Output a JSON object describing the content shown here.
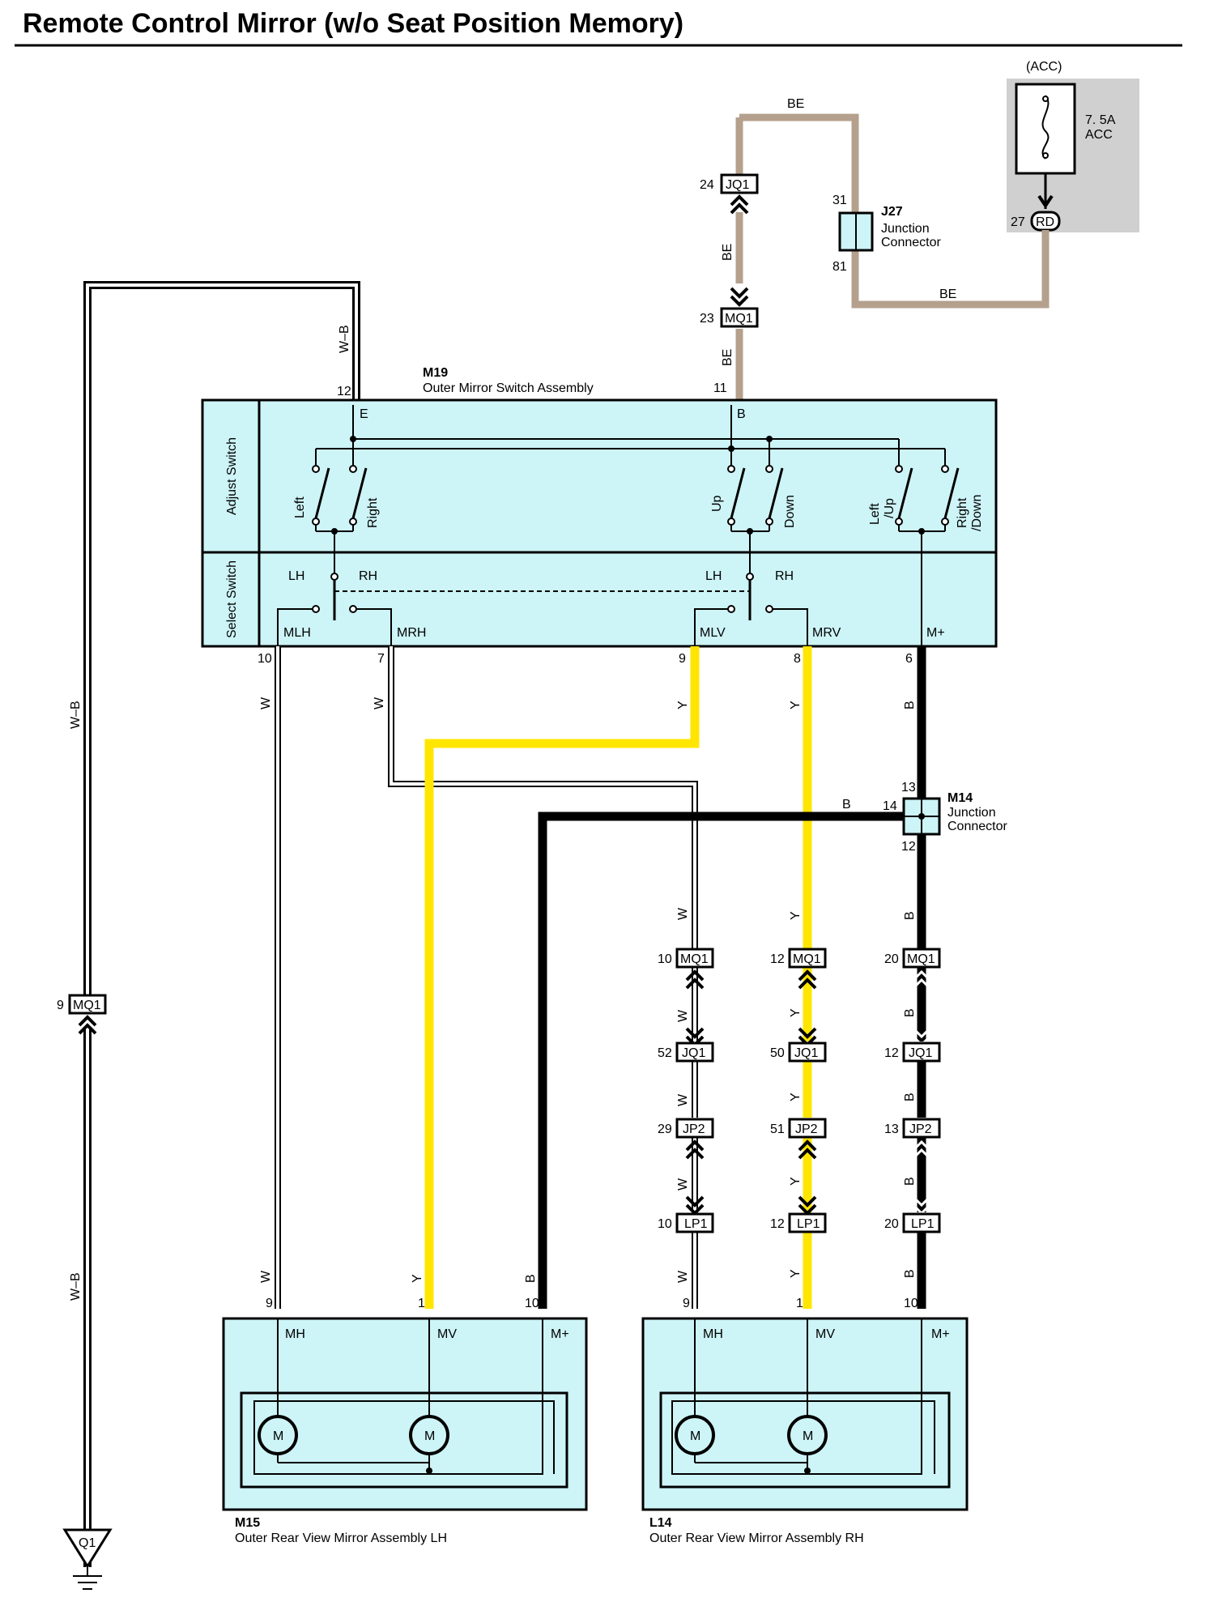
{
  "title": "Remote Control Mirror (w/o Seat Position Memory)",
  "colors": {
    "box": "#cdf4f7",
    "wire_BE": "#b4a08c",
    "wire_Y": "#ffe600",
    "wire_B": "#000000",
    "wire_W": "#ffffff",
    "fuse_area": "#d0d0d0"
  },
  "fuse": {
    "acc": "(ACC)",
    "rating": "7. 5A",
    "name": "ACC",
    "pin": "27",
    "conn": "RD"
  },
  "j27": {
    "code": "J27",
    "desc1": "Junction",
    "desc2": "Connector",
    "pin_top": "31",
    "pin_bottom": "81"
  },
  "m14": {
    "code": "M14",
    "desc1": "Junction",
    "desc2": "Connector",
    "pin_top": "13",
    "pin_left": "14",
    "pin_bottom": "12"
  },
  "m19": {
    "code": "M19",
    "name": "Outer Mirror Switch Assembly",
    "pin_e": "12",
    "pin_b": "11",
    "term_e": "E",
    "term_b": "B",
    "adjust_switch": "Adjust Switch",
    "select_switch": "Select Switch",
    "sw_left": "Left",
    "sw_right": "Right",
    "sw_up": "Up",
    "sw_down": "Down",
    "sw_leftup_1": "Left",
    "sw_leftup_2": "/Up",
    "sw_rightdown_1": "Right",
    "sw_rightdown_2": "/Down",
    "lh": "LH",
    "rh": "RH",
    "terms": [
      "MLH",
      "MRH",
      "MLV",
      "MRV",
      "M+"
    ],
    "pins": [
      "10",
      "7",
      "9",
      "8",
      "6"
    ]
  },
  "wires": {
    "be": "BE",
    "wb": "W–B",
    "w": "W",
    "y": "Y",
    "b": "B"
  },
  "connectors": {
    "jq1_top": {
      "pin": "24",
      "name": "JQ1"
    },
    "mq1_top": {
      "pin": "23",
      "name": "MQ1"
    },
    "mq1_left": {
      "pin": "9",
      "name": "MQ1"
    },
    "col_w": [
      {
        "pin": "10",
        "name": "MQ1"
      },
      {
        "pin": "52",
        "name": "JQ1"
      },
      {
        "pin": "29",
        "name": "JP2"
      },
      {
        "pin": "10",
        "name": "LP1"
      }
    ],
    "col_y": [
      {
        "pin": "12",
        "name": "MQ1"
      },
      {
        "pin": "50",
        "name": "JQ1"
      },
      {
        "pin": "51",
        "name": "JP2"
      },
      {
        "pin": "12",
        "name": "LP1"
      }
    ],
    "col_b": [
      {
        "pin": "20",
        "name": "MQ1"
      },
      {
        "pin": "12",
        "name": "JQ1"
      },
      {
        "pin": "13",
        "name": "JP2"
      },
      {
        "pin": "20",
        "name": "LP1"
      }
    ]
  },
  "m15": {
    "code": "M15",
    "name": "Outer Rear View Mirror Assembly LH",
    "pins": [
      "9",
      "1",
      "10"
    ]
  },
  "l14": {
    "code": "L14",
    "name": "Outer Rear View Mirror Assembly RH",
    "pins": [
      "9",
      "1",
      "10"
    ]
  },
  "mirror_terms": [
    "MH",
    "MV",
    "M+"
  ],
  "motor": "M",
  "ground": "Q1"
}
